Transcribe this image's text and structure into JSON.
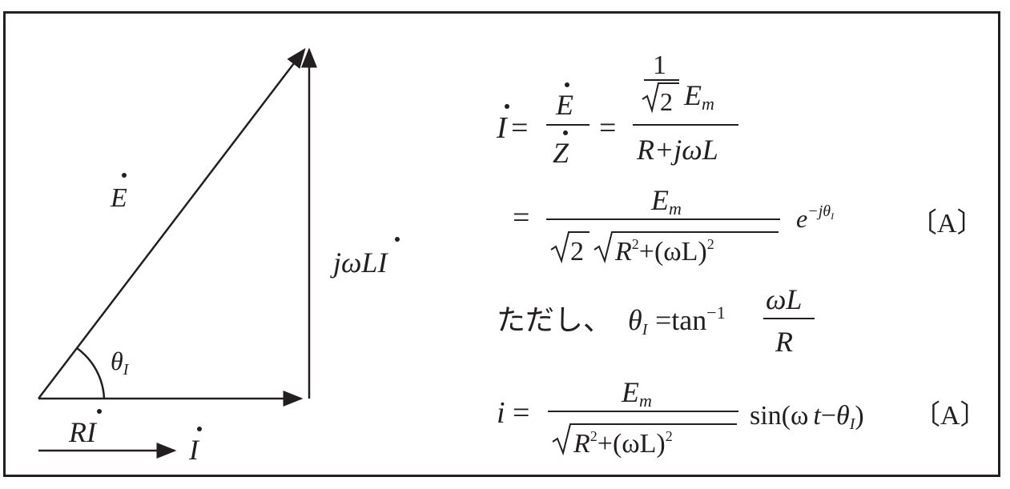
{
  "colors": {
    "ink": "#231f20",
    "background": "#ffffff"
  },
  "diagram": {
    "label_E": "E",
    "label_jwLI": "jωLI",
    "label_theta": "θ",
    "label_theta_sub": "I",
    "label_RI": "RI",
    "label_I": "I"
  },
  "equations": {
    "line1": {
      "lhs": "I",
      "eq1": "=",
      "frac1_num": "E",
      "frac1_den": "Z",
      "eq2": "=",
      "frac2_num_coeff_num": "1",
      "frac2_num_coeff_den": "2",
      "frac2_num_var": "E",
      "frac2_num_var_sub": "m",
      "frac2_den": "R+jωL"
    },
    "line2": {
      "eq": "=",
      "num_var": "E",
      "num_sub": "m",
      "den_sqrt1": "2",
      "den_sqrt2_a": "R",
      "den_sqrt2_a_sup": "2",
      "den_sqrt2_b": "+(ωL)",
      "den_sqrt2_b_sup": "2",
      "exp_base": "e",
      "exp_power": "−jθ",
      "exp_power_sub": "I",
      "unit": "〔A〕"
    },
    "line3": {
      "prefix": "ただし、",
      "theta": "θ",
      "theta_sub": "I",
      "eq": "=tan",
      "sup": "−1",
      "num": "ωL",
      "den": "R"
    },
    "line4": {
      "lhs": "i",
      "eq": "=",
      "num_var": "E",
      "num_sub": "m",
      "den_a": "R",
      "den_a_sup": "2",
      "den_b": "+(ωL)",
      "den_b_sup": "2",
      "func": "sin(ω",
      "t": "t",
      "minus": "−",
      "theta": "θ",
      "theta_sub": "I",
      "close": ")",
      "unit": "〔A〕"
    }
  }
}
